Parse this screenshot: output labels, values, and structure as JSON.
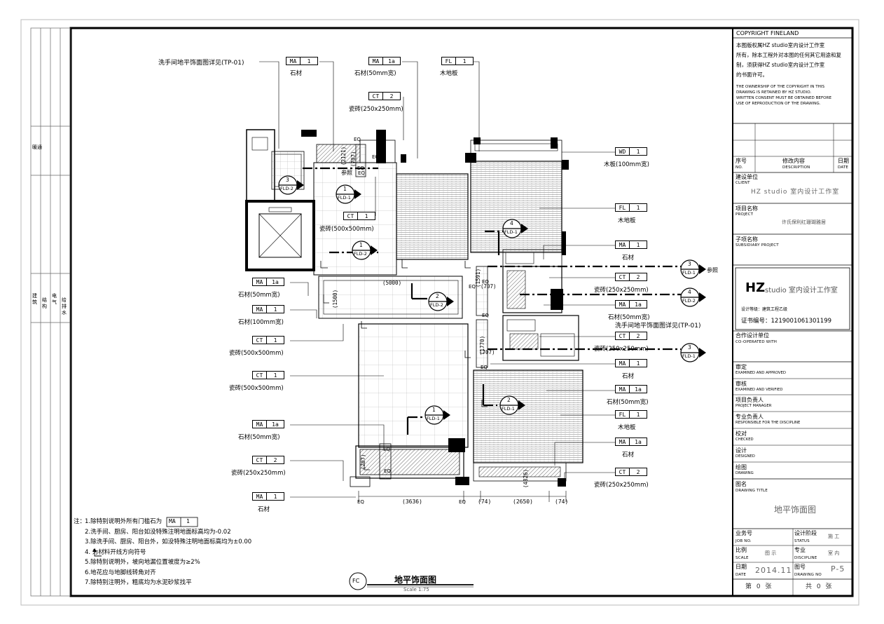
{
  "copyright": {
    "header": "COPYRIGHT FINELAND",
    "cn_lines": [
      "本图版权属HZ studio室内设计工作室",
      "所有，除本工程外对本图的任何其它用途和复",
      "制，须获得HZ studio室内设计工作室",
      "的书面许可。"
    ],
    "en_lines": [
      "THE OWNERSHIP OF THE COPYRIGHT IN THIS",
      "DRAWING IS RETAINED BY HZ STUDIO.",
      "WRITTEN CONSENT MUST BE OBTAINED BEFORE",
      "USE OF REPRODUCTION OF THE DRAWING."
    ]
  },
  "revision": {
    "no_cn": "序号",
    "no_en": "NO.",
    "desc_cn": "修改内容",
    "desc_en": "DESCRIPTION",
    "date_cn": "日期",
    "date_en": "DATE"
  },
  "client": {
    "label_cn": "建设单位",
    "label_en": "CLIENT",
    "value": "HZ studio 室内设计工作室"
  },
  "project": {
    "label_cn": "项目名称",
    "label_en": "PROJECT",
    "value": "许氏保利红珊瑚雅居"
  },
  "subsidiary": {
    "label_cn": "子项名称",
    "label_en": "SUBSIDIARY PROJECT"
  },
  "logo": {
    "mark": "HZ",
    "text": "studio 室内设计工作室",
    "grade": "设计等级：建筑工程乙级",
    "cert": "证书编号：1219001061301199"
  },
  "cooperated": {
    "label_cn": "合作设计单位",
    "label_en": "CO-OPERATED WITH"
  },
  "roles": [
    {
      "cn": "审定",
      "en": "EXAMINED AND APPROVED"
    },
    {
      "cn": "审核",
      "en": "EXAMINED AND VERIFIED"
    },
    {
      "cn": "项目负责人",
      "en": "PROJECT MANAGER"
    },
    {
      "cn": "专业负责人",
      "en": "RESPONSIBLE FOR THE DISCIPLINE"
    },
    {
      "cn": "校对",
      "en": "CHECKED"
    },
    {
      "cn": "设计",
      "en": "DESIGNED"
    },
    {
      "cn": "绘图",
      "en": "DRAWING"
    }
  ],
  "drawing_title": {
    "label_cn": "图名",
    "label_en": "DRAWING TITLE",
    "value": "地平饰面图"
  },
  "bottom_table": {
    "job_cn": "业务号",
    "job_en": "JOB NO.",
    "status_cn": "设计阶段",
    "status_en": "STATUS",
    "status_value": "施 工",
    "scale_cn": "比例",
    "scale_en": "SCALE",
    "scale_value": "图 示",
    "disc_cn": "专业",
    "disc_en": "DISCIPLINE",
    "disc_value": "室 内",
    "date_cn": "日期",
    "date_en": "DATE",
    "date_value": "2014.11",
    "dwg_cn": "图号",
    "dwg_en": "DRAWING NO",
    "dwg_value": "P-5",
    "page": "第 0 张",
    "total": "共 0 张"
  },
  "left_strip": {
    "top": "暖通",
    "labels": [
      "建筑",
      "结构",
      "电气",
      "给排水"
    ]
  },
  "callouts_left": [
    {
      "code": "MA",
      "num": "1a",
      "text": "石材(50mm宽)"
    },
    {
      "code": "MA",
      "num": "1",
      "text": "石材(100mm宽)"
    },
    {
      "code": "CT",
      "num": "1",
      "text": "瓷砖(500x500mm)"
    },
    {
      "code": "CT",
      "num": "1",
      "text": "瓷砖(500x500mm)"
    },
    {
      "code": "MA",
      "num": "1a",
      "text": "石材(50mm宽)"
    },
    {
      "code": "CT",
      "num": "2",
      "text": "瓷砖(250x250mm)"
    },
    {
      "code": "MA",
      "num": "1",
      "text": "石材"
    }
  ],
  "callouts_top": [
    {
      "code": "MA",
      "num": "1",
      "text": "石材"
    },
    {
      "code": "MA",
      "num": "1a",
      "text": "石材(50mm宽)"
    },
    {
      "code": "FL",
      "num": "1",
      "text": "木地板"
    },
    {
      "code": "CT",
      "num": "2",
      "text": "瓷砖(250x250mm)"
    },
    {
      "code": "CT",
      "num": "1",
      "text": "瓷砖(500x500mm)"
    }
  ],
  "callouts_right": [
    {
      "code": "WD",
      "num": "1",
      "text": "木板(100mm宽)"
    },
    {
      "code": "FL",
      "num": "1",
      "text": "木地板"
    },
    {
      "code": "MA",
      "num": "1",
      "text": "石材"
    },
    {
      "code": "CT",
      "num": "2",
      "text": "瓷砖(250x250mm)"
    },
    {
      "code": "MA",
      "num": "1a",
      "text": "石材(50mm宽)"
    },
    {
      "code": "CT",
      "num": "2",
      "text": "瓷砖(250x250mm)"
    },
    {
      "code": "MA",
      "num": "1",
      "text": "石材"
    },
    {
      "code": "MA",
      "num": "1a",
      "text": "石材(50mm宽)"
    },
    {
      "code": "FL",
      "num": "1",
      "text": "木地板"
    },
    {
      "code": "MA",
      "num": "1a",
      "text": "石材"
    },
    {
      "code": "CT",
      "num": "2",
      "text": "瓷砖(250x250mm)"
    }
  ],
  "detail_refs": [
    {
      "num": "1",
      "sheet": "FLD-1"
    },
    {
      "num": "3",
      "sheet": "FLD-2"
    },
    {
      "num": "1",
      "sheet": "FLD-2"
    },
    {
      "num": "4",
      "sheet": "FLD-1"
    },
    {
      "num": "2",
      "sheet": "FLD-2"
    },
    {
      "num": "1",
      "sheet": "FLD-1"
    },
    {
      "num": "2",
      "sheet": "FLD-1"
    },
    {
      "num": "3",
      "sheet": "FLD-1"
    },
    {
      "num": "4",
      "sheet": "FLD-2"
    },
    {
      "num": "3",
      "sheet": "FLD-1"
    }
  ],
  "plan_labels": {
    "wash_detail_top": "洗手间地平饰面图详见(TP-01)",
    "wash_detail_right": "洗手间地平饰面图详见(TP-01)",
    "ref_top": "参照",
    "ref_right": "参照",
    "eq": "EQ",
    "dims_bottom": [
      "(3636)",
      "(74)",
      "(2650)",
      "(74)"
    ],
    "dims_inner": [
      "(2121)",
      "(707)",
      "(5000)",
      "(1500)",
      "(1591)",
      "(707)",
      "(1770)",
      "(707)",
      "(707)",
      "(4826)"
    ]
  },
  "notes": {
    "prefix": "注：",
    "items": [
      "1.除特别说明外所有门槛石为",
      "2.洗手间、厨房、阳台如没特殊注明地面标高均为-0.02",
      "3.除洗手间、厨房、阳台外，如没特殊注明地面标高均为±0.00",
      "4.      为材料开线方向符号",
      "5.除特别说明外，坡向地漏位置坡度为≥2%",
      "6.地花应与地脚线转角对齐",
      "7.除特别注明外，粗底均为水泥砂浆找平"
    ],
    "inline_tag": {
      "code": "MA",
      "num": "1"
    }
  },
  "title_block_main": {
    "symbol": "FC",
    "title": "地平饰面图",
    "scale": "Scale 1:75"
  }
}
